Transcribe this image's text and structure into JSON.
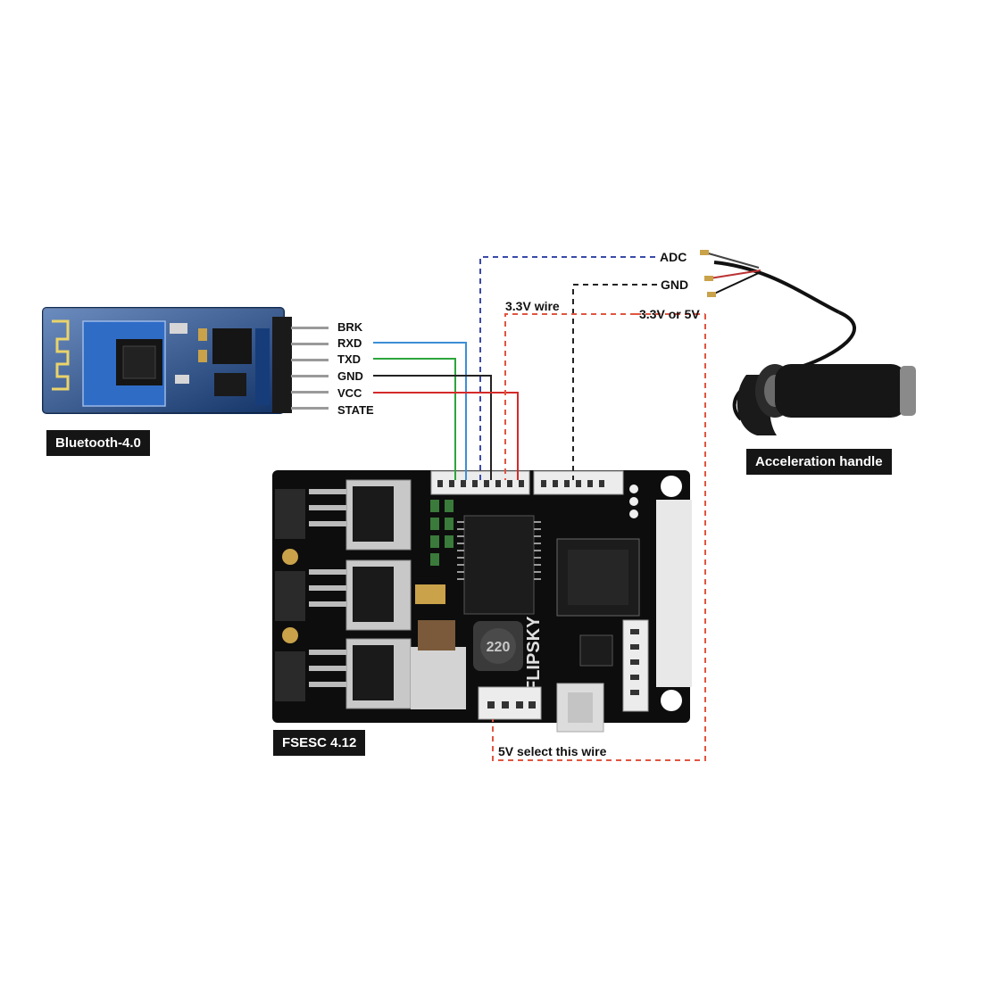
{
  "modules": {
    "bluetooth": {
      "caption": "Bluetooth-4.0",
      "pins": [
        "BRK",
        "RXD",
        "TXD",
        "GND",
        "VCC",
        "STATE"
      ]
    },
    "esc": {
      "caption": "FSESC 4.12",
      "silk": "FLIPSKY",
      "inductor": "220"
    },
    "handle": {
      "caption": "Acceleration handle"
    }
  },
  "wire_labels": {
    "adc": "ADC",
    "gnd": "GND",
    "v33_or_5v": "3.3V or 5V",
    "v33_wire": "3.3V wire",
    "select_5v": "5V select this wire"
  },
  "colors": {
    "rxd": "#3c8fd6",
    "txd": "#2ca53c",
    "gnd": "#222222",
    "vcc": "#d42a2a",
    "adc": "#3a4aa8",
    "v33": "#e05540",
    "pcb_bluetooth": "#1d4f9e",
    "pcb_esc": "#0d0d0d"
  }
}
